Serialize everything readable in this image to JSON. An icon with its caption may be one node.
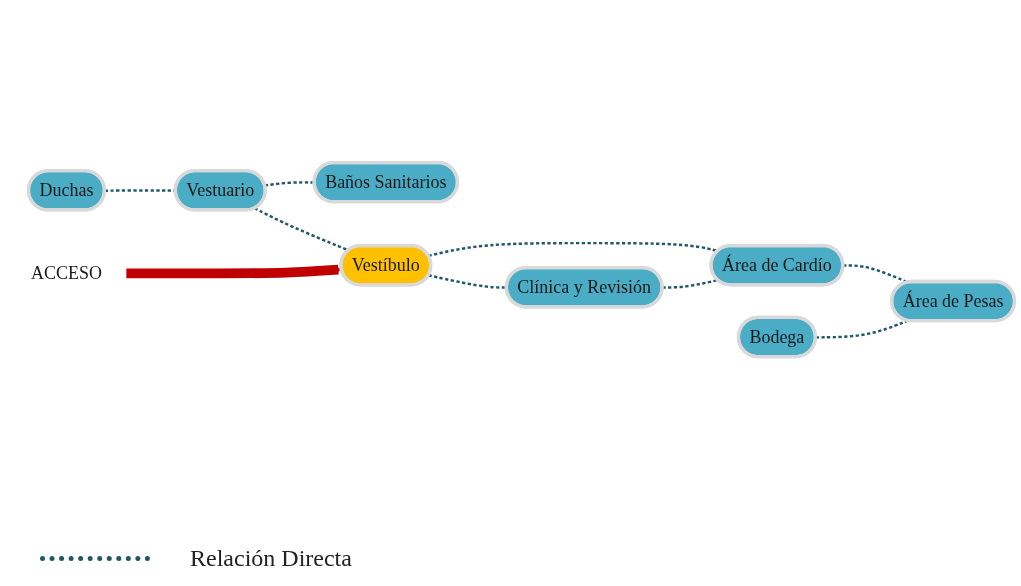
{
  "diagram": {
    "nodes": [
      {
        "text": [
          "Duchas"
        ]
      },
      {
        "text": [
          "Vestuario"
        ]
      },
      {
        "text": [
          "Baños Sanitarios"
        ]
      },
      {
        "text": [
          "ACCESO"
        ]
      },
      {
        "text": [
          "Vestíbulo"
        ]
      },
      {
        "text": [
          "Clínica y Revisión"
        ]
      },
      {
        "text": [
          "Bodega"
        ]
      },
      {
        "text": [
          "Área de Cardío"
        ]
      },
      {
        "text": [
          "Área de Pesas"
        ]
      }
    ],
    "edges": [
      {
        "from": 0,
        "to": 1,
        "arrow": "none",
        "style": "dashed"
      },
      {
        "from": 1,
        "to": 2,
        "arrow": "none",
        "style": "dashed"
      },
      {
        "from": 1,
        "to": 4,
        "arrow": "none",
        "style": "dashed"
      },
      {
        "from": 3,
        "to": 4,
        "arrow": "to",
        "style": "thick",
        "color": "#c00000"
      },
      {
        "from": 4,
        "to": 5,
        "arrow": "none",
        "style": "dashed"
      },
      {
        "from": 4,
        "to": 7,
        "arrow": "none",
        "style": "dashed"
      },
      {
        "from": 5,
        "to": 7,
        "arrow": "none",
        "style": "dashed"
      },
      {
        "from": 7,
        "to": 8,
        "arrow": "none",
        "style": "dashed"
      },
      {
        "from": 6,
        "to": 8,
        "arrow": "none",
        "style": "dashed"
      }
    ],
    "legend": [
      {
        "text": "Relación Directa"
      }
    ]
  }
}
